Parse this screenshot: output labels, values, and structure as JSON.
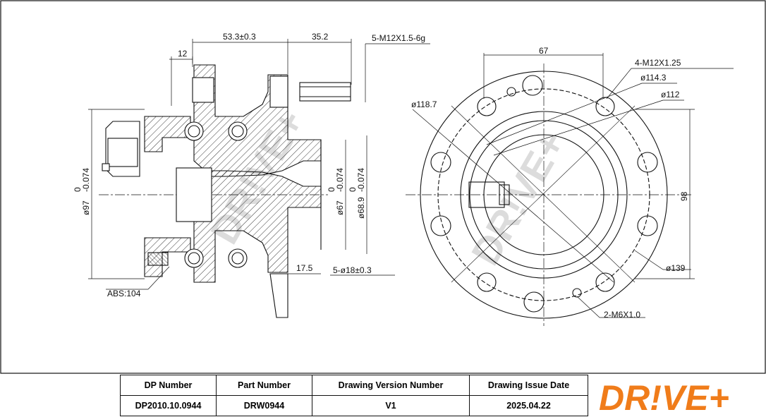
{
  "dims": {
    "d12": "12",
    "d53": "53.3±0.3",
    "d35": "35.2",
    "thread": "5-M12X1.5-6g",
    "d97": "ø97",
    "d97_tol": "-0.074",
    "d97_up": "0",
    "d67": "ø67",
    "d67_tol": "-0.074",
    "d67_up": "0",
    "d68": "ø68.9",
    "d68_tol": "-0.074",
    "d68_up": "0",
    "d17": "17.5",
    "d18": "5-ø18±0.3",
    "abs": "ABS:104",
    "d67w": "67",
    "m12": "4-M12X1.25",
    "d114": "ø114.3",
    "d112": "ø112",
    "d118": "ø118.7",
    "d98": "98",
    "d139": "ø139",
    "m6": "2-M6X1.0"
  },
  "watermark": "DR!VE+",
  "table": {
    "headers": [
      "DP Number",
      "Part Number",
      "Drawing Version Number",
      "Drawing Issue Date"
    ],
    "values": [
      "DP2010.10.0944",
      "DRW0944",
      "V1",
      "2025.04.22"
    ]
  },
  "logo": {
    "text": "DR!VE+",
    "color": "#f07c1a"
  },
  "colors": {
    "line": "#111111",
    "watermark": "#d9d9d9"
  }
}
